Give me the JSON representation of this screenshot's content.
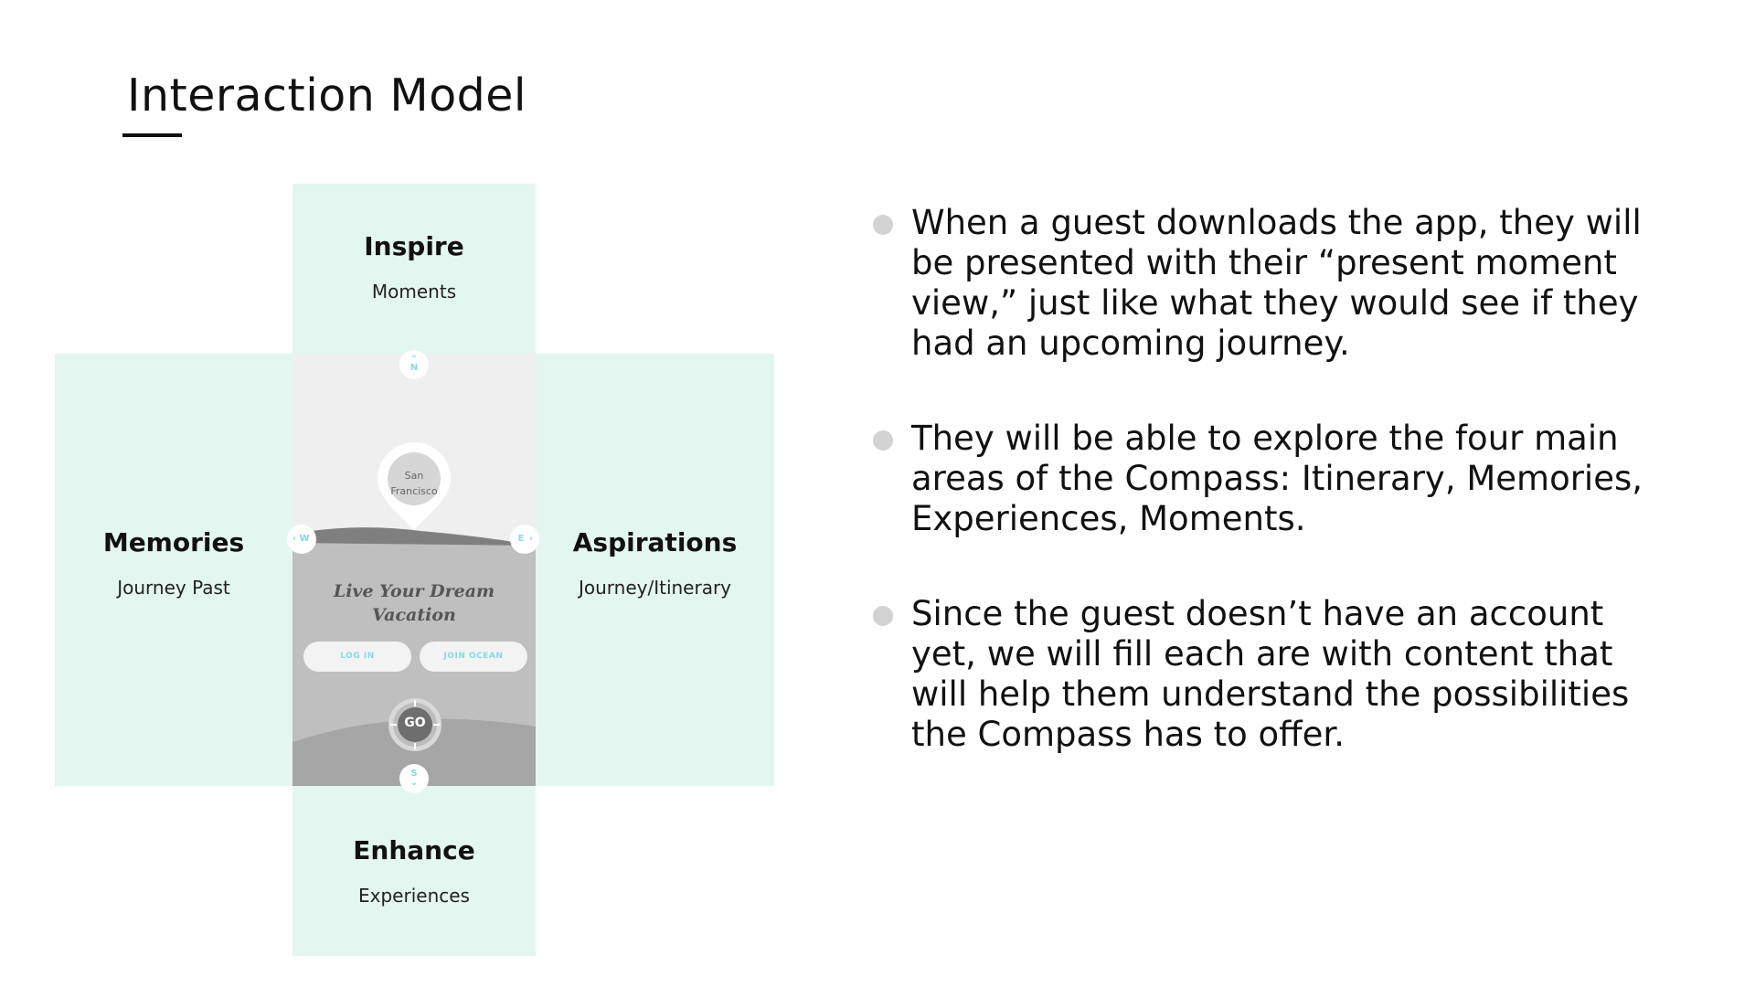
{
  "slide": {
    "title": "Interaction Model"
  },
  "compass": {
    "top": {
      "title": "Inspire",
      "subtitle": "Moments"
    },
    "left": {
      "title": "Memories",
      "subtitle": "Journey Past"
    },
    "right": {
      "title": "Aspirations",
      "subtitle": "Journey/Itinerary"
    },
    "bottom": {
      "title": "Enhance",
      "subtitle": "Experiences"
    }
  },
  "phone": {
    "pin_label_line1": "San",
    "pin_label_line2": "Francisco",
    "hero_line1": "Live Your Dream",
    "hero_line2": "Vacation",
    "login_label": "LOG IN",
    "join_label": "JOIN OCEAN",
    "go_label": "GO",
    "dir_n": "N",
    "dir_s": "S",
    "dir_w": "W",
    "dir_e": "E"
  },
  "bullets": [
    "When a guest downloads the app, they will be presented with their “present moment view,” just like what they would see if they had an upcoming journey.",
    "They will be able to explore the four main areas of the Compass: Itinerary, Memories, Experiences, Moments.",
    "Since the guest doesn’t have an account yet, we will fill each are with content that will help them understand the possibilities the Compass has to offer."
  ],
  "colors": {
    "panel_bg": "#e3f6f0",
    "accent_cyan": "#88d8e6",
    "bullet_dot": "#d3d3d3"
  }
}
